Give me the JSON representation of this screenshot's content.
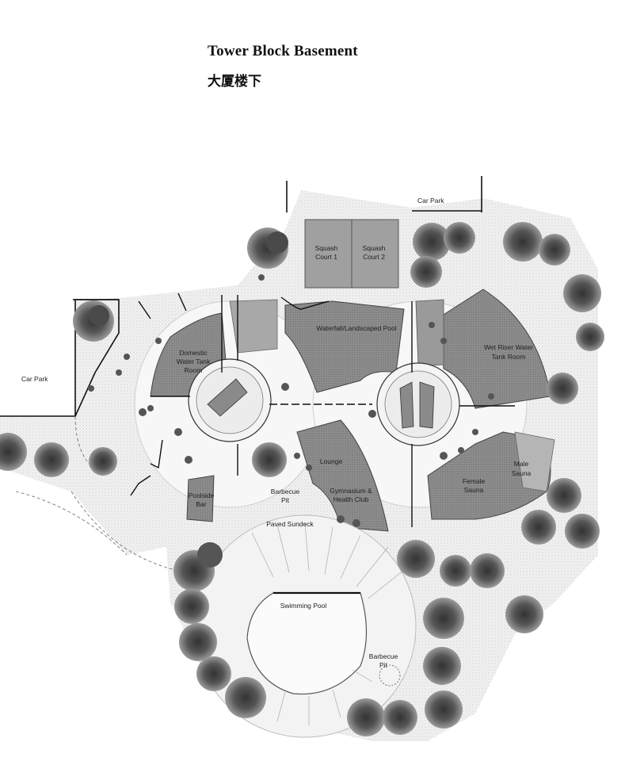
{
  "header": {
    "title": "Tower Block Basement",
    "subtitle": "大厦楼下"
  },
  "plan": {
    "labels": {
      "car_park_top": "Car Park",
      "car_park_left": "Car Park",
      "squash_court_1": [
        "Squash",
        "Court 1"
      ],
      "squash_court_2": [
        "Squash",
        "Court 2"
      ],
      "waterfall_pool": "Waterfall/Landscaped Pool",
      "wet_riser": [
        "Wet Riser Water",
        "Tank Room"
      ],
      "domestic_tank": [
        "Domestic",
        "Water Tank",
        "Room"
      ],
      "lounge": "Lounge",
      "gymnasium": [
        "Gymnasium &",
        "Health Club"
      ],
      "male_sauna": [
        "Male",
        "Sauna"
      ],
      "female_sauna": [
        "Female",
        "Sauna"
      ],
      "poolside_bar": [
        "Poolside",
        "Bar"
      ],
      "barbecue_pit_1": [
        "Barbecue",
        "Pit"
      ],
      "paved_sundeck": "Paved Sundeck",
      "swimming_pool": "Swimming Pool",
      "barbecue_pit_2": [
        "Barbecue",
        "Pit"
      ]
    }
  }
}
